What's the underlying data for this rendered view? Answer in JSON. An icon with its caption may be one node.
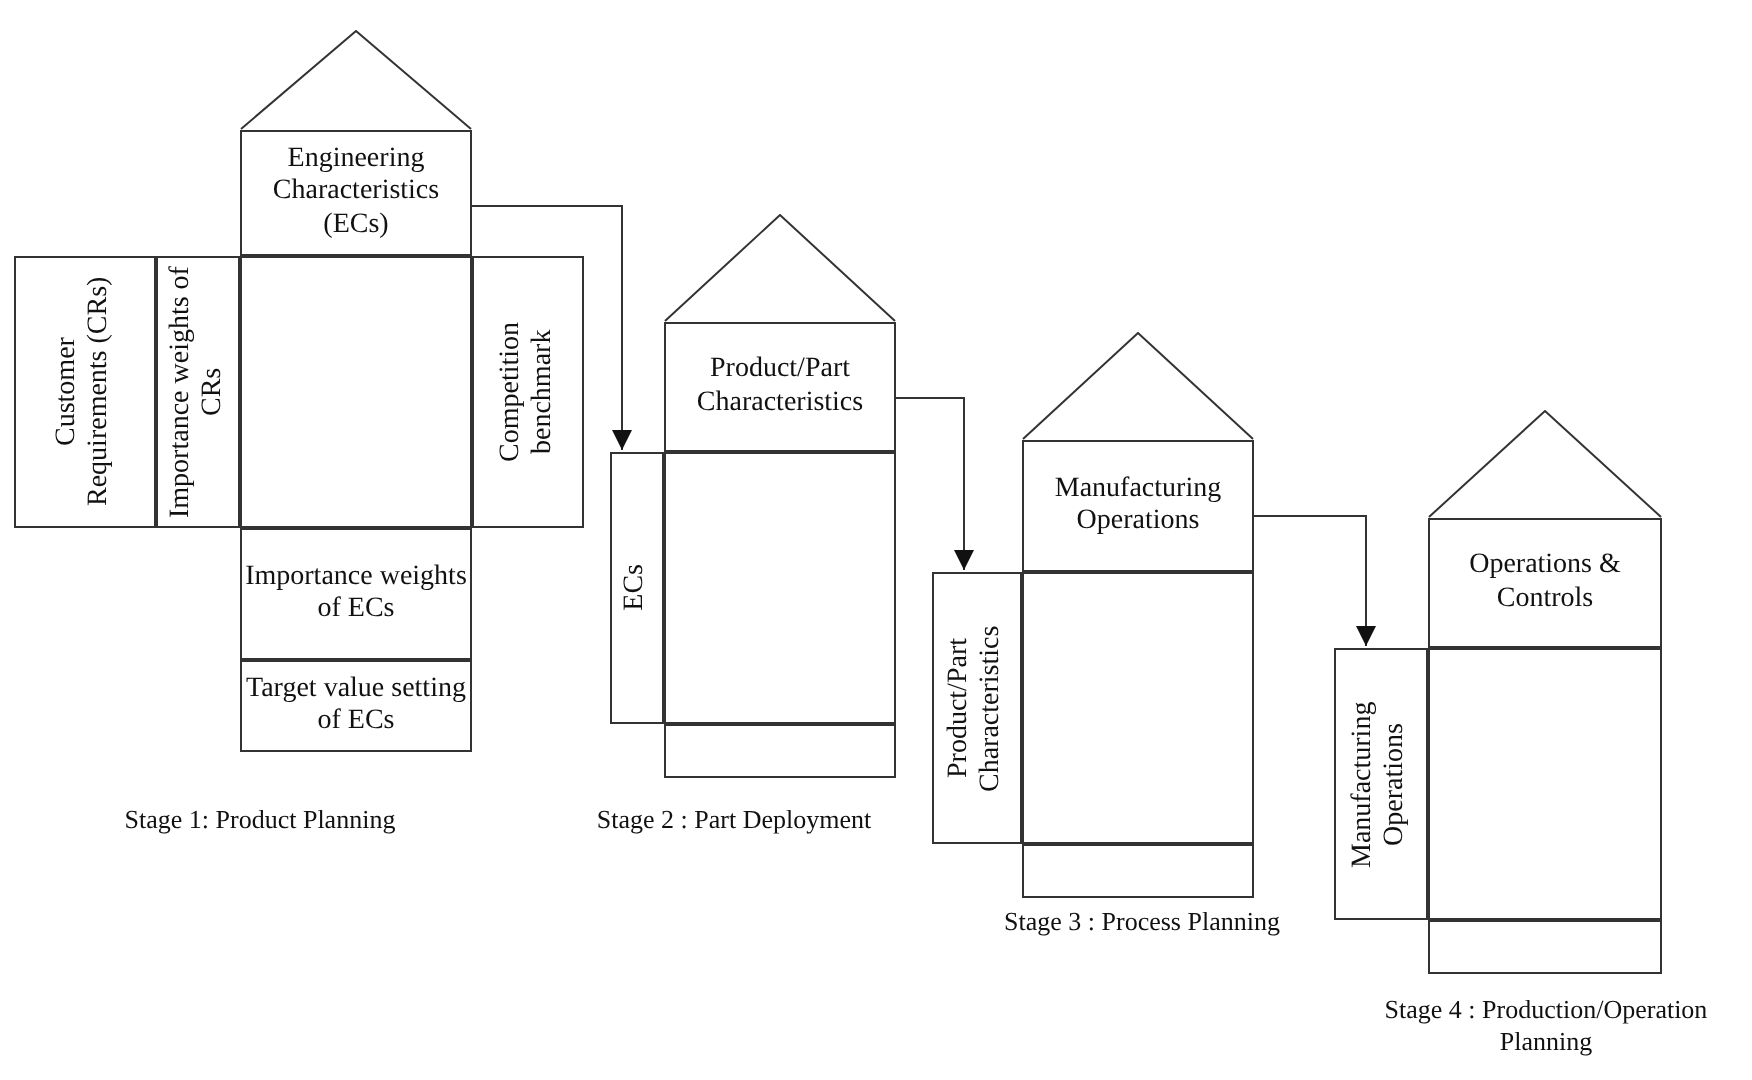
{
  "diagram": {
    "nodes": [
      {
        "text": [],
        "shape": "triangle"
      },
      {
        "text": [
          "Engineering Characteristics (ECs)"
        ]
      },
      {
        "text": [
          "Customer Requirements (CRs)"
        ]
      },
      {
        "text": [
          "Importance weights of CRs"
        ]
      },
      {
        "text": [],
        "shape": "box"
      },
      {
        "text": [
          "Competition benchmark"
        ]
      },
      {
        "text": [
          "Importance weights of ECs"
        ]
      },
      {
        "text": [
          "Target value setting of ECs"
        ]
      },
      {
        "text": [],
        "shape": "triangle"
      },
      {
        "text": [
          "Product/Part Characteristics"
        ]
      },
      {
        "text": [
          "ECs"
        ]
      },
      {
        "text": [],
        "shape": "box"
      },
      {
        "text": [],
        "shape": "box"
      },
      {
        "text": [],
        "shape": "triangle"
      },
      {
        "text": [
          "Manufacturing Operations"
        ]
      },
      {
        "text": [
          "Product/Part Characteristics"
        ]
      },
      {
        "text": [],
        "shape": "box"
      },
      {
        "text": [],
        "shape": "box"
      },
      {
        "text": [],
        "shape": "triangle"
      },
      {
        "text": [
          "Operations & Controls"
        ]
      },
      {
        "text": [
          "Manufacturing Operations"
        ]
      },
      {
        "text": [],
        "shape": "box"
      },
      {
        "text": [],
        "shape": "box"
      }
    ],
    "edges": [
      {
        "from": 1,
        "to": 10,
        "arrow": "to"
      },
      {
        "from": 9,
        "to": 15,
        "arrow": "to"
      },
      {
        "from": 14,
        "to": 20,
        "arrow": "to"
      }
    ],
    "labels": [
      "Stage 1: Product Planning",
      "Stage 2 : Part Deployment",
      "Stage 3 : Process Planning",
      "Stage 4 : Production/Operation Planning"
    ]
  }
}
